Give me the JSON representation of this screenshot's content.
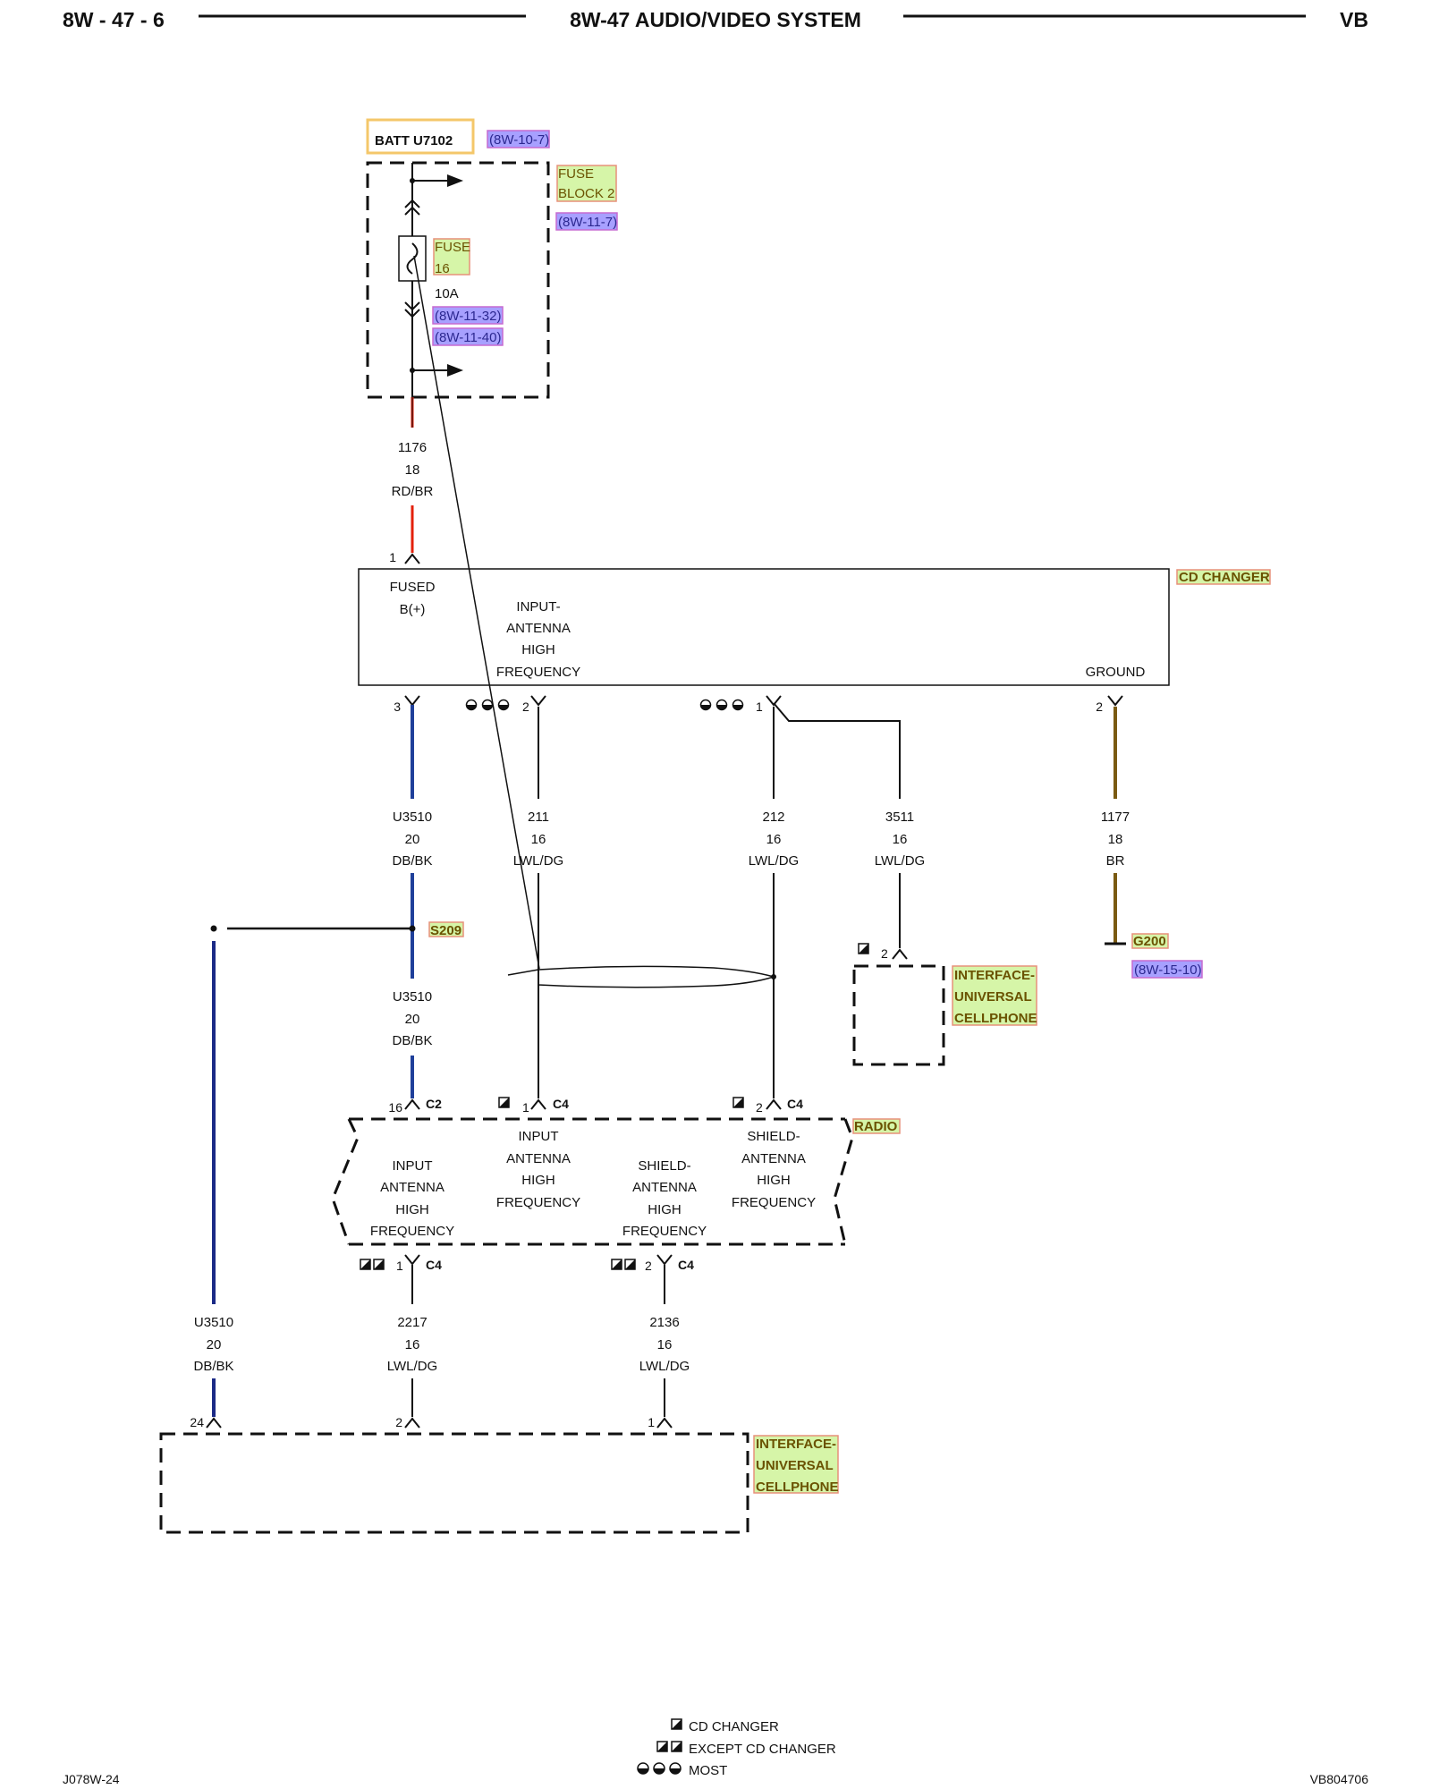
{
  "header": {
    "left": "8W - 47 - 6",
    "center": "8W-47 AUDIO/VIDEO SYSTEM",
    "right": "VB"
  },
  "footer": {
    "left": "J078W-24",
    "right": "VB804706"
  },
  "colors": {
    "red": "#e3200b",
    "blue": "#1f3f9a",
    "navy": "#1b2a86",
    "brown": "#7a5a12"
  },
  "batt": {
    "label": "BATT U7102",
    "ref": "(8W-10-7)"
  },
  "fuse_block": {
    "line1": "FUSE",
    "line2": "BLOCK 2",
    "ref": "(8W-11-7)"
  },
  "fuse": {
    "line1": "FUSE",
    "line2": "16",
    "rating": "10A",
    "ref1": "(8W-11-32)",
    "ref2": "(8W-11-40)"
  },
  "wires": {
    "w1176": {
      "circuit": "1176",
      "gauge": "18",
      "color": "RD/BR"
    },
    "wU3510a": {
      "circuit": "U3510",
      "gauge": "20",
      "color": "DB/BK"
    },
    "w211": {
      "circuit": "211",
      "gauge": "16",
      "color": "LWL/DG"
    },
    "w212": {
      "circuit": "212",
      "gauge": "16",
      "color": "LWL/DG"
    },
    "w3511": {
      "circuit": "3511",
      "gauge": "16",
      "color": "LWL/DG"
    },
    "w1177": {
      "circuit": "1177",
      "gauge": "18",
      "color": "BR"
    },
    "wU3510b": {
      "circuit": "U3510",
      "gauge": "20",
      "color": "DB/BK"
    },
    "wU3510c": {
      "circuit": "U3510",
      "gauge": "20",
      "color": "DB/BK"
    },
    "w2217": {
      "circuit": "2217",
      "gauge": "16",
      "color": "LWL/DG"
    },
    "w2136": {
      "circuit": "2136",
      "gauge": "16",
      "color": "LWL/DG"
    }
  },
  "cd_changer": {
    "name": "CD CHANGER",
    "fused_l1": "FUSED",
    "fused_l2": "B(+)",
    "input_l1": "INPUT-",
    "input_l2": "ANTENNA",
    "input_l3": "HIGH",
    "input_l4": "FREQUENCY",
    "ground": "GROUND"
  },
  "pins": {
    "p1176": "1",
    "p3": "3",
    "p2a": "2",
    "p1a": "1",
    "p2gnd": "2",
    "p2iface": "2",
    "p16": "16",
    "c2": "C2",
    "p1c4": "1",
    "c4a": "C4",
    "p2c4": "2",
    "c4b": "C4",
    "p1bot": "1",
    "c4c": "C4",
    "p2bot": "2",
    "c4d": "C4",
    "p24": "24",
    "p2b": "2",
    "p1b": "1"
  },
  "splice": {
    "name": "S209"
  },
  "ground_point": {
    "name": "G200",
    "ref": "(8W-15-10)"
  },
  "iface1": {
    "l1": "INTERFACE-",
    "l2": "UNIVERSAL",
    "l3": "CELLPHONE"
  },
  "iface2": {
    "l1": "INTERFACE-",
    "l2": "UNIVERSAL",
    "l3": "CELLPHONE"
  },
  "radio": {
    "name": "RADIO",
    "a_l1": "INPUT",
    "a_l2": "ANTENNA",
    "a_l3": "HIGH",
    "a_l4": "FREQUENCY",
    "b_l1": "INPUT",
    "b_l2": "ANTENNA",
    "b_l3": "HIGH",
    "b_l4": "FREQUENCY",
    "c_l1": "SHIELD-",
    "c_l2": "ANTENNA",
    "c_l3": "HIGH",
    "c_l4": "FREQUENCY",
    "d_l1": "SHIELD-",
    "d_l2": "ANTENNA",
    "d_l3": "HIGH",
    "d_l4": "FREQUENCY"
  },
  "legend": {
    "cd": "CD CHANGER",
    "except": "EXCEPT CD CHANGER",
    "most": "MOST"
  }
}
